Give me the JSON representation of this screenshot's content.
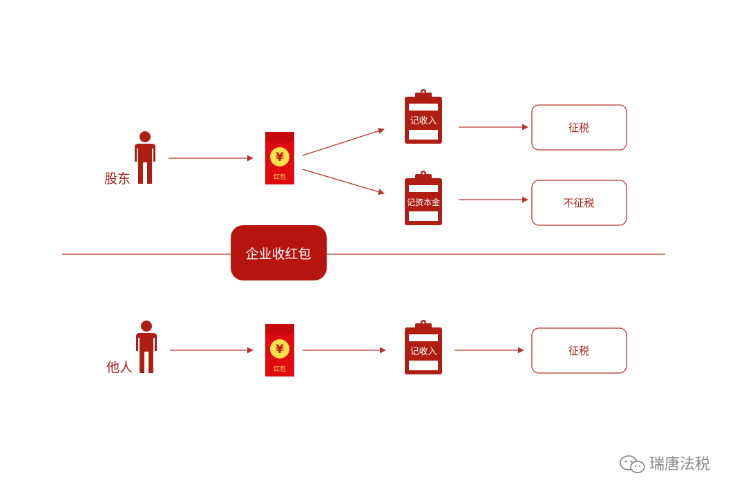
{
  "title": "企业收红包",
  "colors": {
    "primary": "#a8231b",
    "envelope": "#e00b10",
    "coin": "#ffe14a",
    "line": "#b8332b",
    "watermark": "#8a8a8a"
  },
  "top_flow": {
    "person_label": "股东",
    "envelope_text": "红包",
    "yen_symbol": "¥",
    "branches": [
      {
        "clip_label": "记收入",
        "result": "征税"
      },
      {
        "clip_label": "记资本金",
        "result": "不征税"
      }
    ]
  },
  "bottom_flow": {
    "person_label": "他人",
    "envelope_text": "红包",
    "yen_symbol": "¥",
    "clip_label": "记收入",
    "result": "征税"
  },
  "watermark": {
    "icon": "wechat-icon",
    "text": "瑞唐法税"
  }
}
